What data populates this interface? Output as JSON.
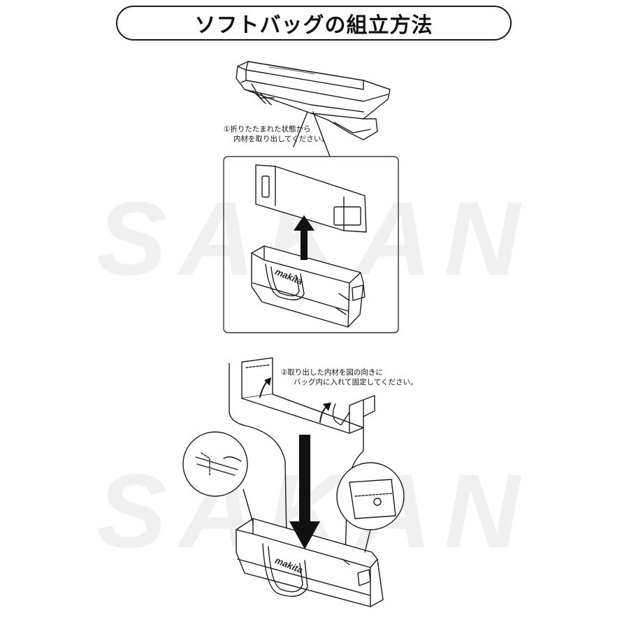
{
  "title": "ソフトバッグの組立方法",
  "watermark": "SAKAN",
  "step1": {
    "line1": "①折りたたまれた状態から",
    "line2": "内材を取り出してください。"
  },
  "step2": {
    "line1": "②取り出した内材を図の向きに",
    "line2": "バッグ内に入れて固定してください。"
  },
  "brand_logo": "makita",
  "colors": {
    "line": "#1a1a1a",
    "arrow": "#111111",
    "panel_border": "#333333"
  }
}
